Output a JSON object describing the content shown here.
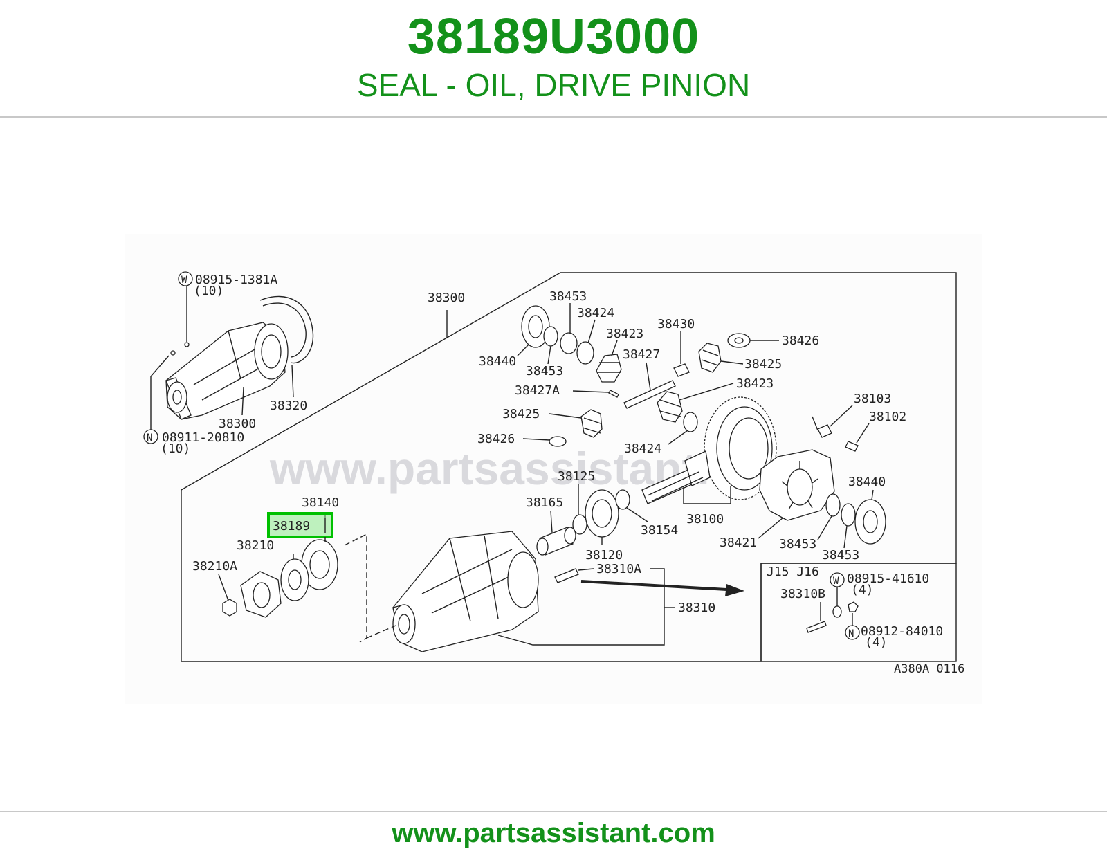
{
  "header": {
    "part_number": "38189U3000",
    "description": "SEAL - OIL, DRIVE PINION"
  },
  "diagram": {
    "watermark": "www.partsassistant.com",
    "highlight_color": "#00c000",
    "highlighted_part": "38189",
    "figure_code": "A380A 0116",
    "inset_models": "J15 J16",
    "callouts": {
      "c08915_1381A": "08915-1381A",
      "q10a": "(10)",
      "c38300_top": "38300",
      "c38453_a": "38453",
      "c38424_a": "38424",
      "c38423_a": "38423",
      "c38430": "38430",
      "c38426_a": "38426",
      "c38440_a": "38440",
      "c38453_b": "38453",
      "c38427": "38427",
      "c38425_a": "38425",
      "c38427A": "38427A",
      "c38423_b": "38423",
      "c38320": "38320",
      "c38300_left": "38300",
      "c08911_20810": "08911-20810",
      "q10b": "(10)",
      "c38425_b": "38425",
      "c38103": "38103",
      "c38102": "38102",
      "c38426_b": "38426",
      "c38424_b": "38424",
      "c38125": "38125",
      "c38440_b": "38440",
      "c38140": "38140",
      "c38165": "38165",
      "c38100": "38100",
      "c38154": "38154",
      "c38210": "38210",
      "c38421": "38421",
      "c38453_c": "38453",
      "c38453_d": "38453",
      "c38120": "38120",
      "c38210A": "38210A",
      "c38310A": "38310A",
      "c38310": "38310",
      "c08915_41610": "08915-41610",
      "q4a": "(4)",
      "c38310B": "38310B",
      "c08912_84010": "08912-84010",
      "q4b": "(4)",
      "marker_w": "W",
      "marker_n": "N"
    }
  },
  "footer": {
    "url": "www.partsassistant.com"
  }
}
